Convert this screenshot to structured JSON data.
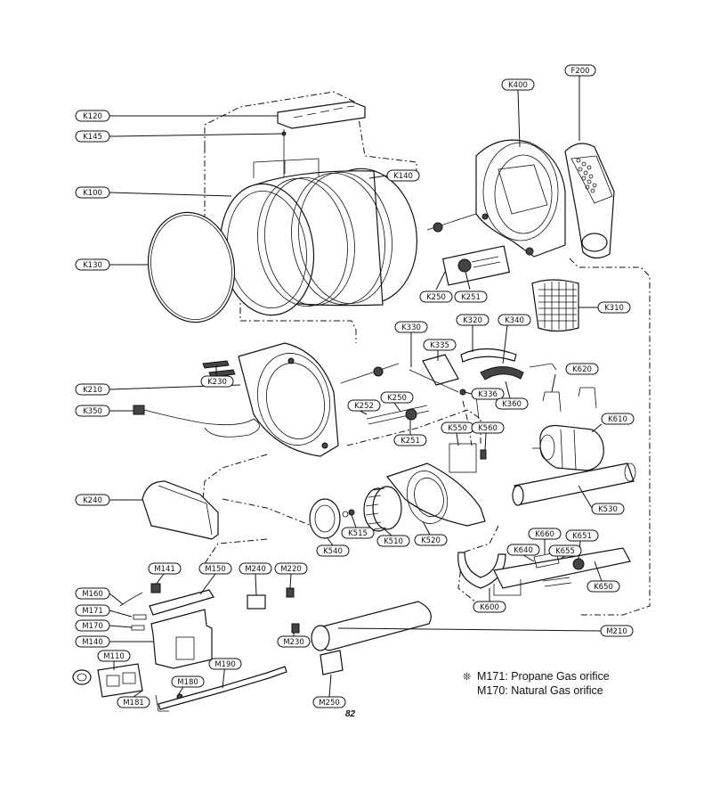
{
  "labels": {
    "K120": "K120",
    "K145": "K145",
    "K100": "K100",
    "K130": "K130",
    "K140": "K140",
    "K400": "K400",
    "F200": "F200",
    "K250a": "K250",
    "K251a": "K251",
    "K310": "K310",
    "K330": "K330",
    "K335": "K335",
    "K320": "K320",
    "K340": "K340",
    "K620": "K620",
    "K230": "K230",
    "K210": "K210",
    "K336": "K336",
    "K360": "K360",
    "K250b": "K250",
    "K252": "K252",
    "K350": "K350",
    "K251b": "K251",
    "K550": "K550",
    "K560": "K560",
    "K610": "K610",
    "K240": "K240",
    "K530": "K530",
    "K515": "K515",
    "K510": "K510",
    "K520": "K520",
    "K540": "K540",
    "K660": "K660",
    "K651": "K651",
    "K640": "K640",
    "K655": "K655",
    "K650": "K650",
    "K600": "K600",
    "M141": "M141",
    "M150": "M150",
    "M240": "M240",
    "M220": "M220",
    "M160": "M160",
    "M171": "M171",
    "M170": "M170",
    "M140": "M140",
    "M230": "M230",
    "M210": "M210",
    "M110": "M110",
    "M190": "M190",
    "M180": "M180",
    "M181": "M181",
    "M250": "M250"
  },
  "notes": {
    "symbol": "❊",
    "line1": "M171: Propane Gas orifice",
    "line2": "M170: Natural Gas orifice"
  },
  "page_number": "82"
}
